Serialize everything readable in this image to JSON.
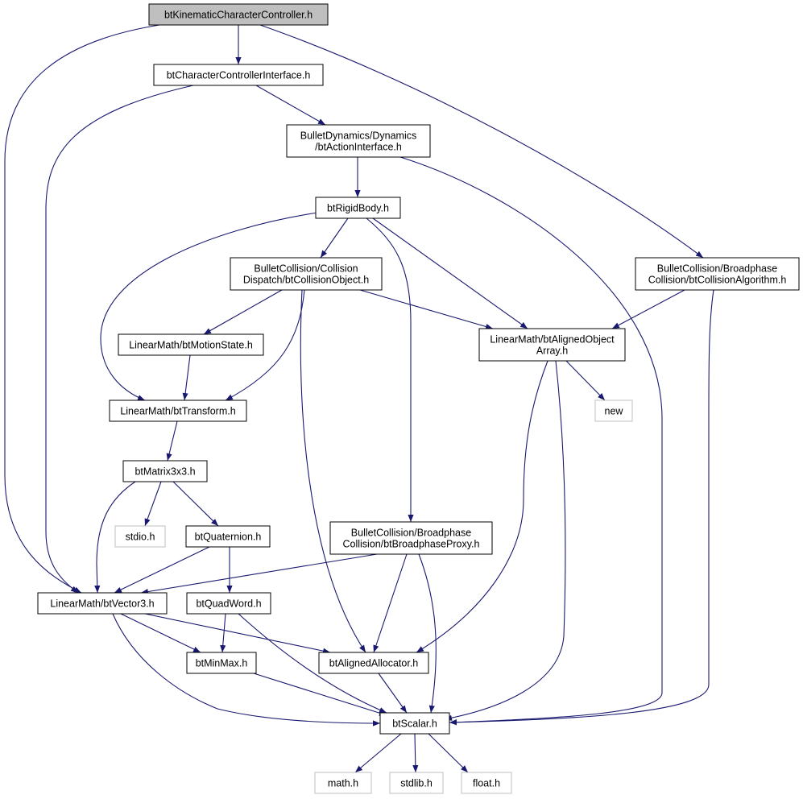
{
  "colors": {
    "edge": "#191970",
    "node_border": "#000000",
    "node_border_external": "#bfbfbf",
    "root_fill": "#bfbfbf",
    "node_fill": "#ffffff"
  },
  "nodes": {
    "kcc": {
      "lines": [
        "btKinematicCharacterController.h"
      ],
      "kind": "root"
    },
    "cci": {
      "lines": [
        "btCharacterControllerInterface.h"
      ],
      "kind": "normal"
    },
    "action": {
      "lines": [
        "BulletDynamics/Dynamics",
        "/btActionInterface.h"
      ],
      "kind": "normal"
    },
    "rigid": {
      "lines": [
        "btRigidBody.h"
      ],
      "kind": "normal"
    },
    "colobj": {
      "lines": [
        "BulletCollision/Collision",
        "Dispatch/btCollisionObject.h"
      ],
      "kind": "normal"
    },
    "colalg": {
      "lines": [
        "BulletCollision/Broadphase",
        "Collision/btCollisionAlgorithm.h"
      ],
      "kind": "normal"
    },
    "motion": {
      "lines": [
        "LinearMath/btMotionState.h"
      ],
      "kind": "normal"
    },
    "alignarr": {
      "lines": [
        "LinearMath/btAlignedObject",
        "Array.h"
      ],
      "kind": "normal"
    },
    "new": {
      "lines": [
        "new"
      ],
      "kind": "external"
    },
    "transform": {
      "lines": [
        "LinearMath/btTransform.h"
      ],
      "kind": "normal"
    },
    "matrix": {
      "lines": [
        "btMatrix3x3.h"
      ],
      "kind": "normal"
    },
    "stdio": {
      "lines": [
        "stdio.h"
      ],
      "kind": "external"
    },
    "quat": {
      "lines": [
        "btQuaternion.h"
      ],
      "kind": "normal"
    },
    "proxy": {
      "lines": [
        "BulletCollision/Broadphase",
        "Collision/btBroadphaseProxy.h"
      ],
      "kind": "normal"
    },
    "vector": {
      "lines": [
        "LinearMath/btVector3.h"
      ],
      "kind": "normal"
    },
    "quadword": {
      "lines": [
        "btQuadWord.h"
      ],
      "kind": "normal"
    },
    "minmax": {
      "lines": [
        "btMinMax.h"
      ],
      "kind": "normal"
    },
    "alloc": {
      "lines": [
        "btAlignedAllocator.h"
      ],
      "kind": "normal"
    },
    "scalar": {
      "lines": [
        "btScalar.h"
      ],
      "kind": "normal"
    },
    "math": {
      "lines": [
        "math.h"
      ],
      "kind": "external"
    },
    "stdlib": {
      "lines": [
        "stdlib.h"
      ],
      "kind": "external"
    },
    "float": {
      "lines": [
        "float.h"
      ],
      "kind": "external"
    }
  },
  "edges": [
    [
      "kcc",
      "cci"
    ],
    [
      "kcc",
      "vector"
    ],
    [
      "kcc",
      "colalg"
    ],
    [
      "cci",
      "action"
    ],
    [
      "cci",
      "vector"
    ],
    [
      "action",
      "rigid"
    ],
    [
      "action",
      "scalar"
    ],
    [
      "rigid",
      "colobj"
    ],
    [
      "rigid",
      "transform"
    ],
    [
      "rigid",
      "alignarr"
    ],
    [
      "rigid",
      "proxy"
    ],
    [
      "colobj",
      "motion"
    ],
    [
      "colobj",
      "transform"
    ],
    [
      "colobj",
      "alignarr"
    ],
    [
      "colobj",
      "alloc"
    ],
    [
      "colalg",
      "alignarr"
    ],
    [
      "colalg",
      "scalar"
    ],
    [
      "motion",
      "transform"
    ],
    [
      "alignarr",
      "new"
    ],
    [
      "alignarr",
      "alloc"
    ],
    [
      "alignarr",
      "scalar"
    ],
    [
      "transform",
      "matrix"
    ],
    [
      "matrix",
      "stdio"
    ],
    [
      "matrix",
      "quat"
    ],
    [
      "matrix",
      "vector"
    ],
    [
      "quat",
      "vector"
    ],
    [
      "quat",
      "quadword"
    ],
    [
      "proxy",
      "vector"
    ],
    [
      "proxy",
      "alloc"
    ],
    [
      "proxy",
      "scalar"
    ],
    [
      "vector",
      "minmax"
    ],
    [
      "vector",
      "alloc"
    ],
    [
      "vector",
      "scalar"
    ],
    [
      "quadword",
      "minmax"
    ],
    [
      "quadword",
      "scalar"
    ],
    [
      "minmax",
      "scalar"
    ],
    [
      "alloc",
      "scalar"
    ],
    [
      "scalar",
      "math"
    ],
    [
      "scalar",
      "stdlib"
    ],
    [
      "scalar",
      "float"
    ]
  ]
}
